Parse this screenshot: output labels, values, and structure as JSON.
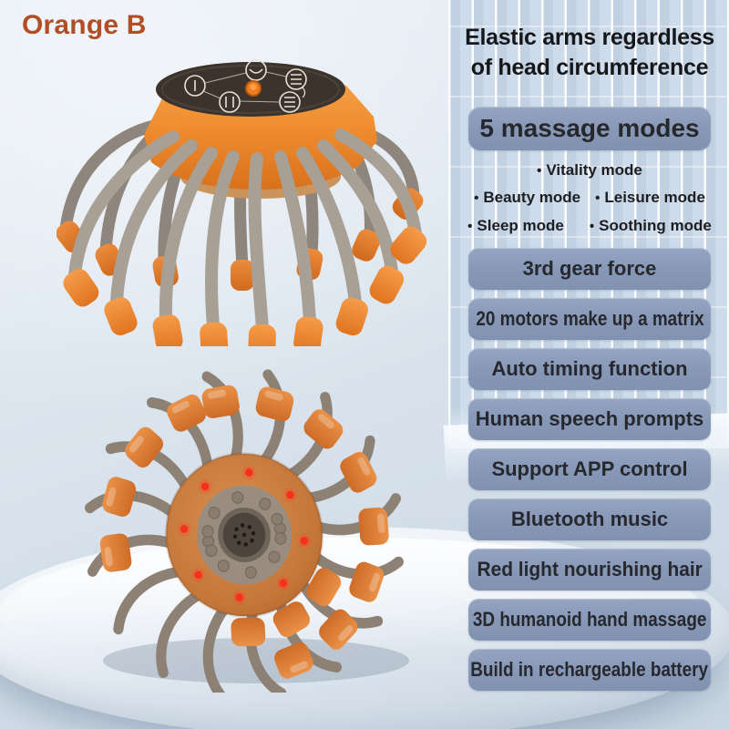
{
  "variant_label": "Orange B",
  "headline": {
    "line1": "Elastic arms regardless",
    "line2": "of head circumference"
  },
  "primary_feature": "5 massage modes",
  "modes": {
    "bullet": "•",
    "items": [
      "Vitality mode",
      "Beauty mode",
      "Leisure mode",
      "Sleep mode",
      "Soothing mode"
    ]
  },
  "features": [
    "3rd gear force",
    "20 motors make up a matrix",
    "Auto timing function",
    "Human speech prompts",
    "Support APP control",
    "Bluetooth music",
    "Red light nourishing hair",
    "3D humanoid hand massage",
    "Build in rechargeable battery"
  ],
  "colors": {
    "variant_text": "#b24e26",
    "badge_bg": "#8a9ab9",
    "badge_text": "#26282e",
    "headline_text": "#16171a",
    "product_orange": "#ee8c33",
    "product_gray": "#a39b91",
    "led_red": "#f5301c",
    "background_blue": "#d6e1ea"
  },
  "images": {
    "top_view": "massager-top-view",
    "bottom_view": "massager-bottom-view"
  }
}
